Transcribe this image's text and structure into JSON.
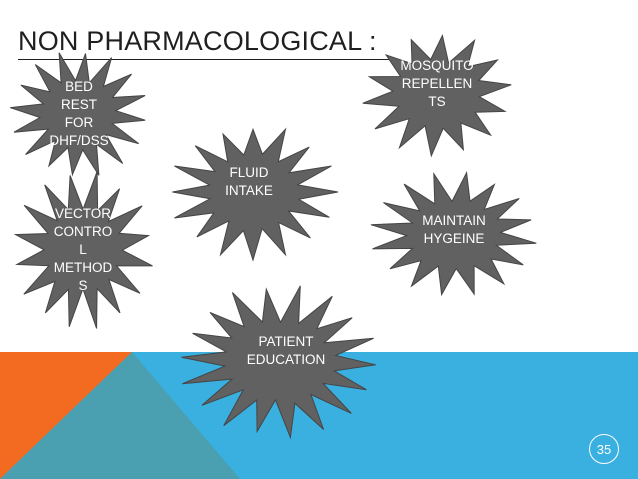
{
  "slide": {
    "title": "NON PHARMACOLOGICAL :",
    "page_number": "35",
    "colors": {
      "band_blue": "#3AB0E0",
      "corner_orange": "#F26B21",
      "corner_teal": "#4A9FB0",
      "burst_fill": "#616161",
      "burst_stroke": "#454545",
      "label_text": "#FFFFFF",
      "title_text": "#1F1F1F"
    },
    "bursts": [
      {
        "id": "bed-rest",
        "lines": [
          "BED",
          "REST",
          "FOR",
          "DHF/DSS"
        ]
      },
      {
        "id": "mosquito-repellents",
        "lines": [
          "MOSQUITO",
          "REPELLEN",
          "TS"
        ]
      },
      {
        "id": "fluid-intake",
        "lines": [
          "FLUID",
          "INTAKE"
        ]
      },
      {
        "id": "vector-control-methods",
        "lines": [
          "VECTOR",
          "CONTRO",
          "L",
          "METHOD",
          "S"
        ]
      },
      {
        "id": "maintain-hygeine",
        "lines": [
          "MAINTAIN",
          "HYGEINE"
        ]
      },
      {
        "id": "patient-education",
        "lines": [
          "PATIENT",
          "EDUCATION"
        ]
      }
    ]
  }
}
